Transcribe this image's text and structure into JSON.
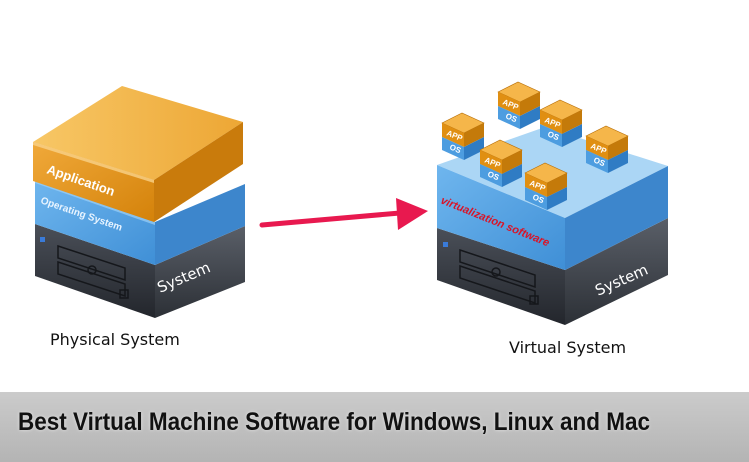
{
  "diagram": {
    "physical": {
      "caption": "Physical System",
      "layers": {
        "application": "Application",
        "operating_system": "Operating System",
        "system": "System"
      }
    },
    "virtual": {
      "caption": "Virtual System",
      "layers": {
        "virtualization": "virtualization software",
        "system": "System"
      },
      "vm_label_app": "APP",
      "vm_label_os": "OS"
    }
  },
  "banner": {
    "text": "Best Virtual Machine Software for Windows, Linux and Mac"
  },
  "colors": {
    "application": "#e8960f",
    "operating_system": "#4f9fe0",
    "server_dark": "#2f333a",
    "arrow": "#e8194f",
    "virtualization_text": "#d81428",
    "banner_bg": "#bdbdbd"
  }
}
